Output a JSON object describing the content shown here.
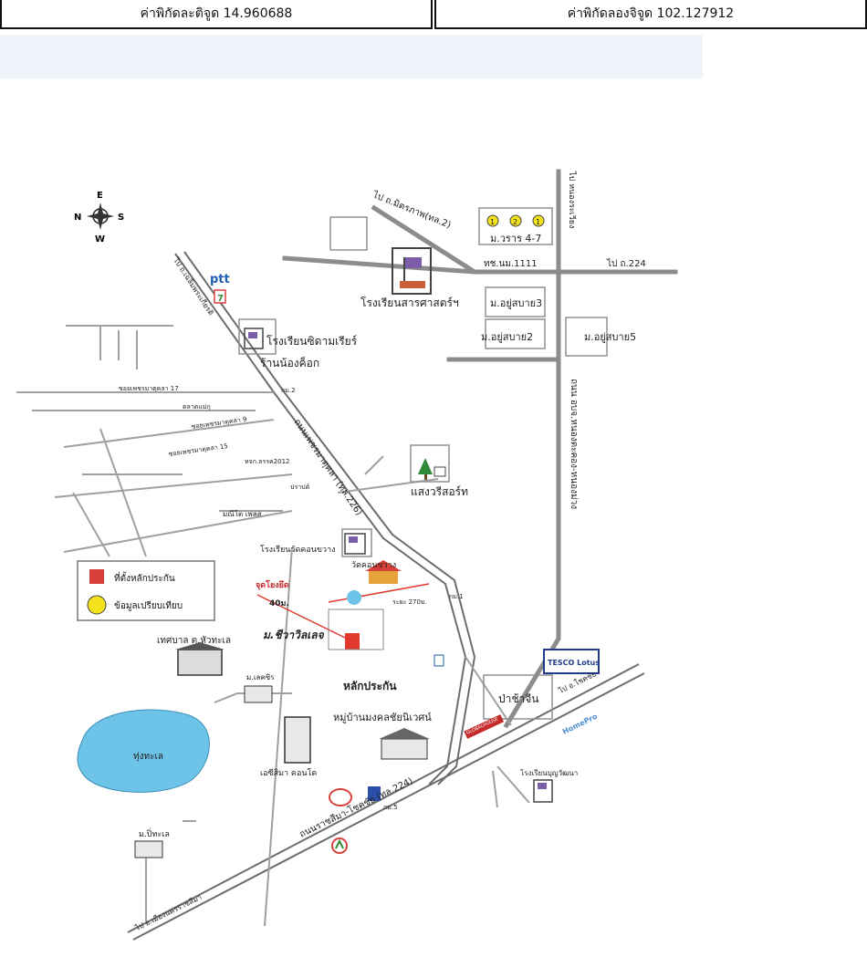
{
  "coords": {
    "latitude": "ค่าพิกัดละติจูด 14.960688",
    "longitude": "ค่าพิกัดลองจิจูด 102.127912"
  },
  "compass": {
    "n": "N",
    "e": "E",
    "s": "S",
    "w": "W"
  },
  "roads": {
    "to_mittraphap": "ไป ถ.มิตรภาพ(ทล.2)",
    "nong_rawiang": "ไป หนองระเวียง",
    "to_224": "ไป ถ.224",
    "tor_nor_1111": "ทช.นม.1111",
    "nong_ta_khong": "ถนน อบจ.หนองตะคอง-หนองม่วง",
    "to_school_rd": "ไป ถ.เฉลิมพระเกียรติ",
    "soi_17": "ซอยเพชรมาตุคลา 17",
    "soi_9": "ซอยเพชรมาตุคลา 9",
    "soi_15": "ซอยเพชรมาตุคลา 15",
    "km2": "กม.2",
    "km1": "กม.1",
    "km5": "กม.5",
    "main_road": "ถนนเพชรมาตุคลา (ทล.226)",
    "highway": "ถนนราชสีมา-โชคชัย (ทล.224)",
    "to_chokchai": "ไป อ.โชคชัย",
    "to_korat": "ไป อ.เมืองนครราชสีมา"
  },
  "places": {
    "varaporn": "ม.วราร 4-7",
    "sarasas": "โรงเรียนสารศาสตร์ฯ",
    "yusabai3": "ม.อยู่สบาย3",
    "yusabai2": "ม.อยู่สบาย2",
    "yusabai5": "ม.อยู่สบาย5",
    "school_wittaya": "โรงเรียนซิดามเรียร์",
    "nong_kho": "ร้านน้องค็อก",
    "saeng_resort": "แสงวรีสอร์ท",
    "wat_khon_school": "โรงเรียนวัดคอนขวาง",
    "wat_khon": "วัดคอนขวาง",
    "parking": "จุดโยงยึด",
    "dist_40": "40ม.",
    "dist_270": "ระยะ 270ม.",
    "project": "ม.ชีวาวิลเลจ",
    "collateral": "หลักประกัน",
    "village_mongkol": "หมู่บ้านมงคลชัยนิเวศน์",
    "municipal": "เทศบาล ต.หัวทะเล",
    "moo_chai": "ม.เลคซิร",
    "lake": "ทุ่งทะเล",
    "condo": "เอซีสิมา คอนโด",
    "moo_pita": "ม.ปิ่ทะเล",
    "pa_sa_chin": "ป่าช้าจีน",
    "tesco": "TESCO Lotus",
    "homepro": "HomePro",
    "bunyawat": "โรงเรียนบุญวัฒนา",
    "global": "GLOBALHOUSE",
    "ptt": "ptt",
    "seven": "7",
    "manida": "มณีโต เพลส",
    "sun_wat": "ปราปต์",
    "bnk_2012": "หจก.ลรรค2012",
    "talat": "ตลาดแม่กุ"
  },
  "legend": {
    "collateral_label": "ที่ตั้งหลักประกัน",
    "reference_label": "ข้อมูลเปรียบเทียบ",
    "collateral_color": "#d9403a",
    "reference_color": "#f4e21c"
  },
  "markers": {
    "c1": "1",
    "c2": "2",
    "c3": "1"
  },
  "colors": {
    "road": "#8c8c8c",
    "lake": "#6ec3e8",
    "marker_red": "#e03a2f"
  }
}
